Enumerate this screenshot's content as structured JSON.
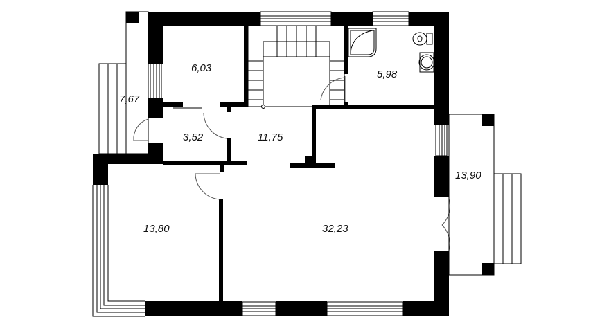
{
  "floor_plan": {
    "type": "residential floor plan",
    "rooms": [
      {
        "id": "room-top-left",
        "area": "6,03"
      },
      {
        "id": "terrace-left",
        "area": "7,67"
      },
      {
        "id": "hallway-small",
        "area": "3,52"
      },
      {
        "id": "hall-stair",
        "area": "11,75"
      },
      {
        "id": "bathroom",
        "area": "5,98"
      },
      {
        "id": "terrace-right",
        "area": "13,90"
      },
      {
        "id": "room-bottom-left",
        "area": "13,80"
      },
      {
        "id": "living-room",
        "area": "32,23"
      }
    ],
    "colors": {
      "wall": "#000000",
      "background": "#ffffff",
      "line": "#000000"
    }
  }
}
